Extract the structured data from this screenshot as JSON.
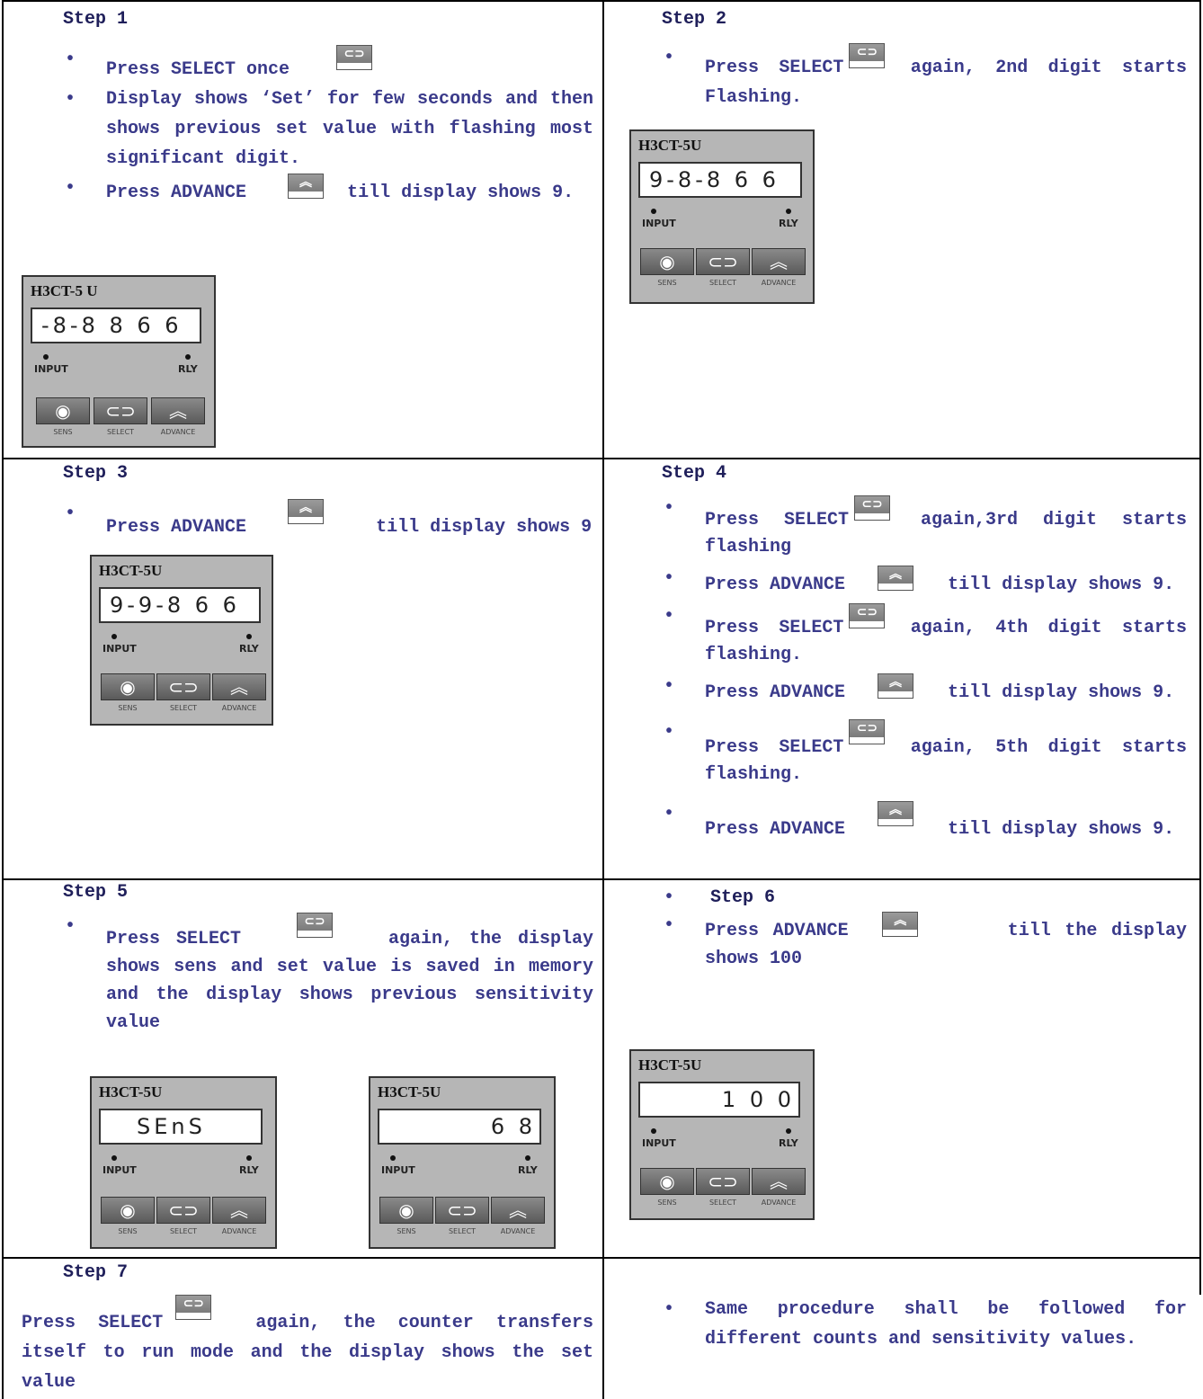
{
  "icons": {
    "select": {
      "name": "select-key-icon",
      "glyph": "⊂⊃",
      "caption": "SELECT"
    },
    "advance": {
      "name": "advance-key-icon",
      "glyph": "︽",
      "caption": "ADVANCE"
    },
    "sens": {
      "name": "sens-key-icon",
      "glyph": "◉",
      "caption": "SENS"
    }
  },
  "device": {
    "input_label": "INPUT",
    "rly_label": "RLY",
    "btn_sens": "SENS",
    "btn_select": "SELECT",
    "btn_advance": "ADVANCE"
  },
  "step1": {
    "title": "Step 1",
    "b1": "Press SELECT once",
    "b2": "Display shows ‘Set’ for few seconds and then shows previous set value with flashing most significant digit.",
    "b3a": "Press ADVANCE",
    "b3b": "till display shows 9.",
    "model": "H3CT-5 U",
    "lcd": "-8-8 8 6 6"
  },
  "step2": {
    "title": "Step 2",
    "b1a": "Press SELECT",
    "b1b": "again, 2nd digit starts Flashing.",
    "model": "H3CT-5U",
    "lcd": "9-8-8 6 6"
  },
  "step3": {
    "title": "Step 3",
    "b1a": "Press ADVANCE",
    "b1b": "till display shows 9",
    "model": "H3CT-5U",
    "lcd": "9-9-8 6 6"
  },
  "step4": {
    "title": "Step 4",
    "b1a": "Press SELECT",
    "b1b": "again,3rd digit starts flashing",
    "b2a": "Press ADVANCE",
    "b2b": "till display shows 9.",
    "b3a": "Press SELECT",
    "b3b": "again, 4th digit starts flashing.",
    "b4a": "Press ADVANCE",
    "b4b": "till display shows 9.",
    "b5a": "Press SELECT",
    "b5b": "again, 5th digit starts flashing.",
    "b6a": "Press ADVANCE",
    "b6b": "till display shows 9."
  },
  "step5": {
    "title": "Step 5",
    "b1a": "Press SELECT",
    "b1b": "again, the display shows sens and set value is saved in memory and the display shows previous sensitivity value",
    "model_a": "H3CT-5U",
    "lcd_a": "SEnS",
    "model_b": "H3CT-5U",
    "lcd_b": "6 8"
  },
  "step6": {
    "title": "Step 6",
    "b1a": "Press ADVANCE",
    "b1b": "till the display shows 100",
    "model": "H3CT-5U",
    "lcd": "1 0 0"
  },
  "step7": {
    "title": "Step 7",
    "text_a": "Press SELECT",
    "text_b": "again, the counter transfers itself to run mode and the display shows the set value"
  },
  "note": {
    "text": "Same procedure shall be followed for different counts and sensitivity values."
  }
}
